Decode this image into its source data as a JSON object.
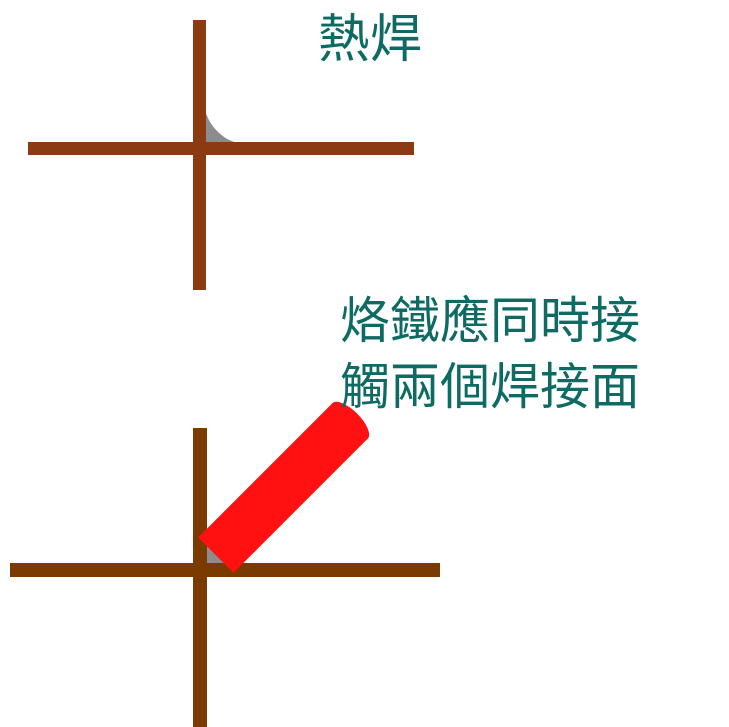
{
  "title": "熱焊",
  "caption": {
    "line1": "烙鐵應同時接",
    "line2": "觸兩個焊接面"
  },
  "colors": {
    "text": "#0d6b63",
    "wire_top": "#8b3a12",
    "wire_bottom": "#7a3a00",
    "solder": "#8c8c8c",
    "iron": "#ff1111"
  }
}
